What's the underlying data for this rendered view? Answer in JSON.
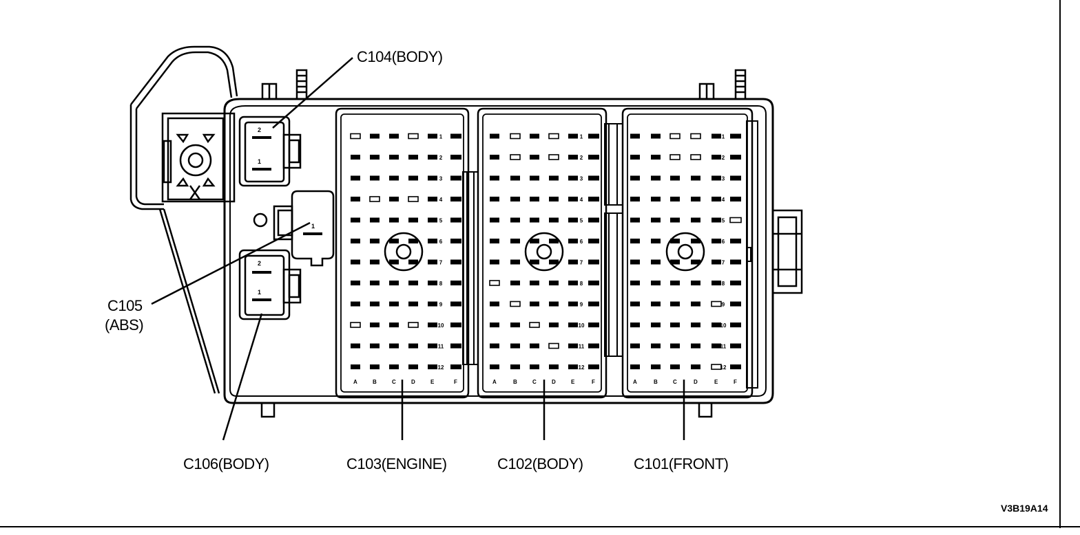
{
  "callouts": {
    "c104": "C104(BODY)",
    "c105_line1": "C105",
    "c105_line2": "(ABS)",
    "c106": "C106(BODY)",
    "c103": "C103(ENGINE)",
    "c102": "C102(BODY)",
    "c101": "C101(FRONT)"
  },
  "figure_code": "V3B19A14",
  "small_connector_pins": {
    "top": [
      "2",
      "1"
    ],
    "middle": [
      "1"
    ],
    "bottom": [
      "2",
      "1"
    ]
  },
  "row_numbers": [
    "1",
    "2",
    "3",
    "4",
    "5",
    "6",
    "7",
    "8",
    "9",
    "10",
    "11",
    "12"
  ],
  "column_letters": [
    "A",
    "B",
    "C",
    "D",
    "E",
    "F"
  ],
  "connectors": [
    {
      "name": "C103",
      "empty_cavities": [
        "A1",
        "D1",
        "B4",
        "D4",
        "A10",
        "D10"
      ]
    },
    {
      "name": "C102",
      "empty_cavities": [
        "B1",
        "D1",
        "B2",
        "D2",
        "A8",
        "B9",
        "C10",
        "D11"
      ]
    },
    {
      "name": "C101",
      "empty_cavities": [
        "C1",
        "D1",
        "C2",
        "D2",
        "F5",
        "E9",
        "E12"
      ]
    }
  ]
}
